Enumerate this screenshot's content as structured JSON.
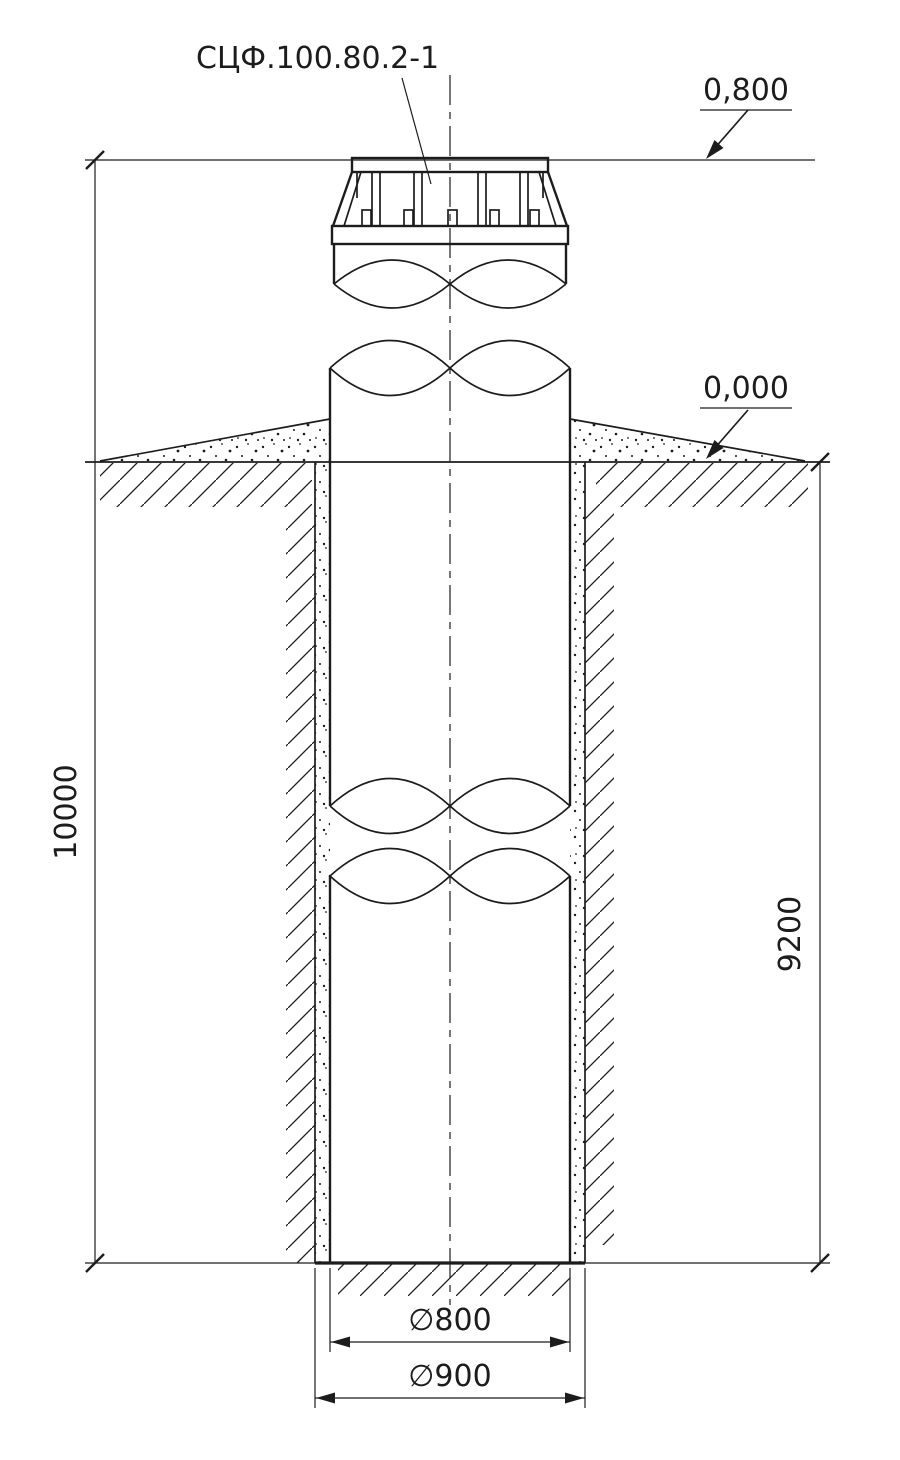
{
  "drawing": {
    "part_label": "СЦФ.100.80.2-1",
    "elevations": {
      "top": "0,800",
      "ground": "0,000"
    },
    "dimensions": {
      "total_height": "10000",
      "embedment_depth": "9200",
      "pile_diameter": "∅800",
      "hole_diameter": "∅900"
    },
    "colors": {
      "line": "#1c1c1c",
      "background": "#ffffff"
    }
  }
}
